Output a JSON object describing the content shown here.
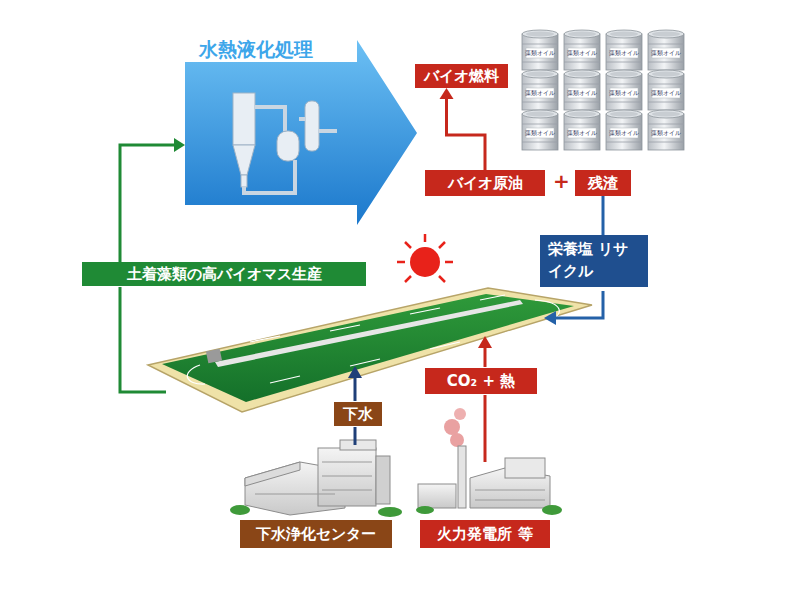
{
  "diagram": {
    "nodes": [
      {
        "text": [
          "水熱液化処理"
        ]
      },
      {
        "text": [
          "バイオ燃料"
        ]
      },
      {
        "text": [
          "バイオ原油"
        ]
      },
      {
        "text": [
          "残渣"
        ]
      },
      {
        "text": [
          "栄養塩 リサイクル"
        ]
      },
      {
        "text": [
          "土着藻類の高バイオマス生産"
        ]
      },
      {
        "text": [
          "CO₂ + 熱"
        ]
      },
      {
        "text": [
          "下水"
        ]
      },
      {
        "text": [
          "下水浄化センター"
        ]
      },
      {
        "text": [
          "火力発電所 等"
        ]
      }
    ],
    "edges": [
      {
        "from": 5,
        "to": 0,
        "arrow": "to"
      },
      {
        "from": 2,
        "to": 1,
        "arrow": "to"
      },
      {
        "from": 3,
        "to": 4,
        "arrow": "none"
      }
    ],
    "labels": [
      "+",
      "藻類オイル",
      "藻類オイル",
      "藻類オイル",
      "藻類オイル",
      "藻類オイル",
      "藻類オイル",
      "藻類オイル",
      "藻類オイル",
      "藻類オイル",
      "藻類オイル",
      "藻類オイル",
      "藻類オイル"
    ]
  }
}
